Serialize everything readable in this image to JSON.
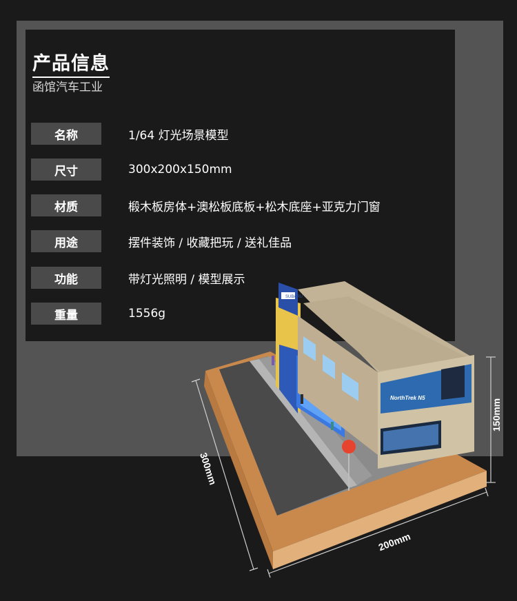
{
  "header": {
    "title": "产品信息",
    "subtitle": "函馆汽车工业"
  },
  "specs": [
    {
      "label": "名称",
      "value": "1/64  灯光场景模型"
    },
    {
      "label": "尺寸",
      "value": "300x200x150mm"
    },
    {
      "label": "材质",
      "value": "椴木板房体+澳松板底板+松木底座+亚克力门窗"
    },
    {
      "label": "用途",
      "value": "摆件装饰 / 收藏把玩 / 送礼佳品"
    },
    {
      "label": "功能",
      "value": "带灯光照明 / 模型展示"
    },
    {
      "label": "重量",
      "value": "1556g"
    }
  ],
  "dimensions": {
    "height": "150mm",
    "depth": "300mm",
    "width": "200mm"
  },
  "model_signage": {
    "brand": "SUBARU",
    "billboard": "NorthTrek N5"
  },
  "colors": {
    "background": "#1a1a1a",
    "frame": "#545454",
    "label_bg": "#4a4a4a",
    "wood_base": "#d49a5a",
    "building": "#c8b89a"
  }
}
